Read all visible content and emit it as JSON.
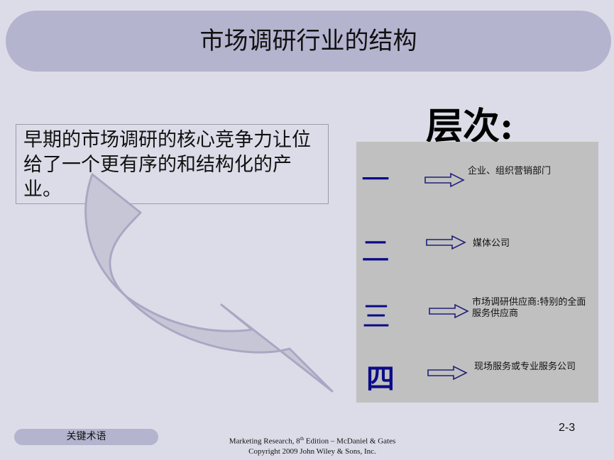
{
  "slide": {
    "title": "市场调研行业的结构",
    "textbox": "早期的市场调研的核心竞争力让位给了一个更有序的和结构化的产业。",
    "levels_heading": "层次:",
    "levels": [
      {
        "numeral": "一",
        "text": "企业、组织营销部门"
      },
      {
        "numeral": "二",
        "text": "媒体公司"
      },
      {
        "numeral": "三",
        "text": "市场调研供应商:特别的全面服务供应商"
      },
      {
        "numeral": "四",
        "text": "现场服务或专业服务公司"
      }
    ],
    "footer_button": "关键术语",
    "credit_line1_pre": "Marketing Research, 8",
    "credit_line1_sup": "th",
    "credit_line1_post": " Edition – McDaniel & Gates",
    "credit_line2": "Copyright 2009 John Wiley & Sons, Inc.",
    "page_number": "2-3"
  },
  "colors": {
    "background": "#dcdce8",
    "title_bar": "#b4b4cf",
    "panel": "#c0c0c0",
    "numeral": "#0b0b8a",
    "arrow_stroke": "#20207a"
  },
  "icons": [
    "curved-arrow-icon",
    "right-arrow-icon"
  ]
}
